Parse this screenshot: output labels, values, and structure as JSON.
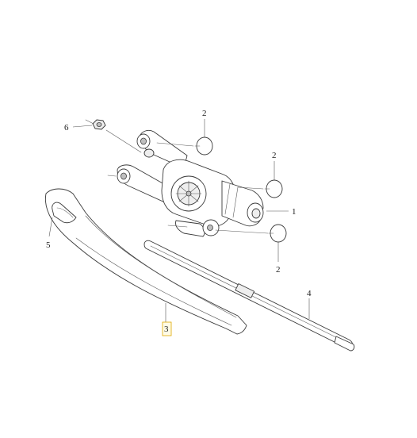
{
  "callouts": [
    {
      "id": "motor",
      "label": "1"
    },
    {
      "id": "cap-top",
      "label": "2"
    },
    {
      "id": "cap-middle",
      "label": "2"
    },
    {
      "id": "cap-bottom",
      "label": "2"
    },
    {
      "id": "wiper-arm",
      "label": "3"
    },
    {
      "id": "wiper-blade",
      "label": "4"
    },
    {
      "id": "arm-cap",
      "label": "5"
    },
    {
      "id": "nut",
      "label": "6"
    }
  ],
  "highlighted_callout": "3",
  "colors": {
    "outline": "#3a3a3a",
    "highlight": "#e0a800",
    "background": "#ffffff"
  }
}
